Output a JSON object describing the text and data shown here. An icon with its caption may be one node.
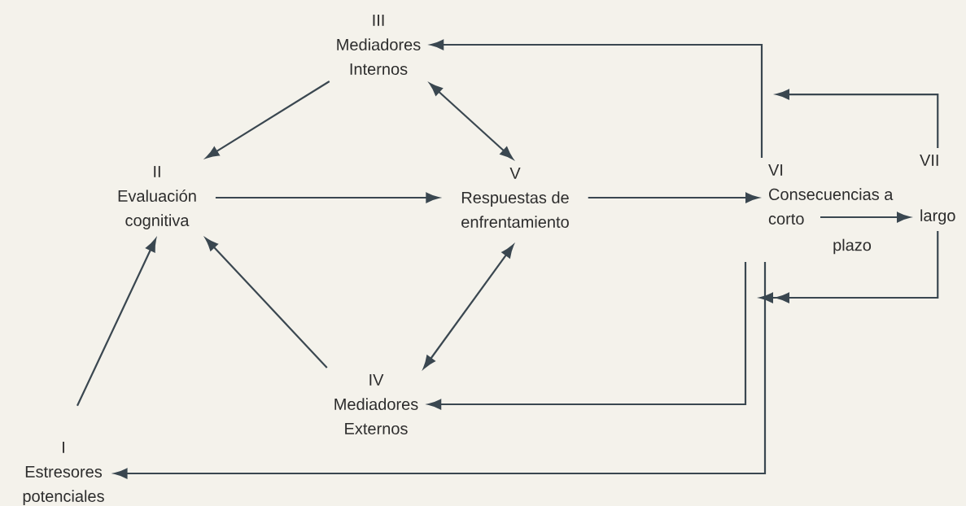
{
  "diagram": {
    "nodes": [
      {
        "text": [
          "I",
          "Estresores",
          "potenciales"
        ]
      },
      {
        "text": [
          "II",
          "Evaluación",
          "cognitiva"
        ]
      },
      {
        "text": [
          "III",
          "Mediadores",
          "Internos"
        ]
      },
      {
        "text": [
          "IV",
          "Mediadores",
          "Externos"
        ]
      },
      {
        "text": [
          "V",
          "Respuestas de",
          "enfrentamiento"
        ]
      },
      {
        "text": [
          "VI",
          "Consecuencias a",
          "corto"
        ]
      },
      {
        "text": [
          "VII",
          "largo"
        ]
      }
    ],
    "edges": [
      {
        "from": 0,
        "to": 1,
        "arrow": "to"
      },
      {
        "from": 3,
        "to": 1,
        "arrow": "to"
      },
      {
        "from": 2,
        "to": 1,
        "arrow": "to"
      },
      {
        "from": 1,
        "to": 4,
        "arrow": "to"
      },
      {
        "from": 2,
        "to": 4,
        "arrow": "both"
      },
      {
        "from": 4,
        "to": 3,
        "arrow": "both"
      },
      {
        "from": 4,
        "to": 5,
        "arrow": "to"
      },
      {
        "from": 5,
        "to": 6,
        "arrow": "to"
      },
      {
        "from": 5,
        "to": 2,
        "arrow": "to"
      },
      {
        "from": 6,
        "to": 5,
        "arrow": "to"
      },
      {
        "from": 6,
        "to": 5,
        "arrow": "to"
      },
      {
        "from": 5,
        "to": 3,
        "arrow": "to"
      },
      {
        "from": 5,
        "to": 0,
        "arrow": "to"
      }
    ],
    "labels": [
      "plazo"
    ]
  }
}
